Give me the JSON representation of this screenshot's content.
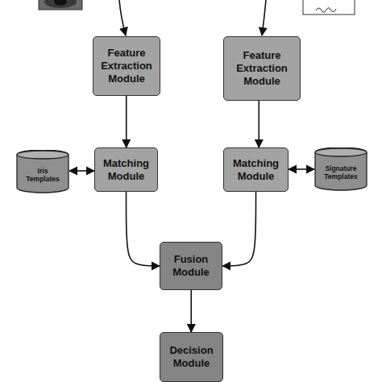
{
  "diagram": {
    "nodes": [
      {
        "text": [
          "Feature Extraction Module"
        ]
      },
      {
        "text": [
          "Feature Extraction Module"
        ]
      },
      {
        "text": [
          "Iris Templates"
        ]
      },
      {
        "text": [
          "Matching Module"
        ]
      },
      {
        "text": [
          "Matching Module"
        ]
      },
      {
        "text": [
          "Signature Templates"
        ]
      },
      {
        "text": [
          "Fusion Module"
        ]
      },
      {
        "text": [
          "Decision Module"
        ]
      }
    ],
    "edges": [
      {
        "from": 0,
        "to": 3,
        "arrow": "to"
      },
      {
        "from": 2,
        "to": 3,
        "arrow": "both"
      },
      {
        "from": 1,
        "to": 4,
        "arrow": "to"
      },
      {
        "from": 4,
        "to": 5,
        "arrow": "both"
      },
      {
        "from": 3,
        "to": 6,
        "arrow": "to"
      },
      {
        "from": 4,
        "to": 6,
        "arrow": "to"
      },
      {
        "from": 6,
        "to": 7,
        "arrow": "to"
      }
    ]
  }
}
